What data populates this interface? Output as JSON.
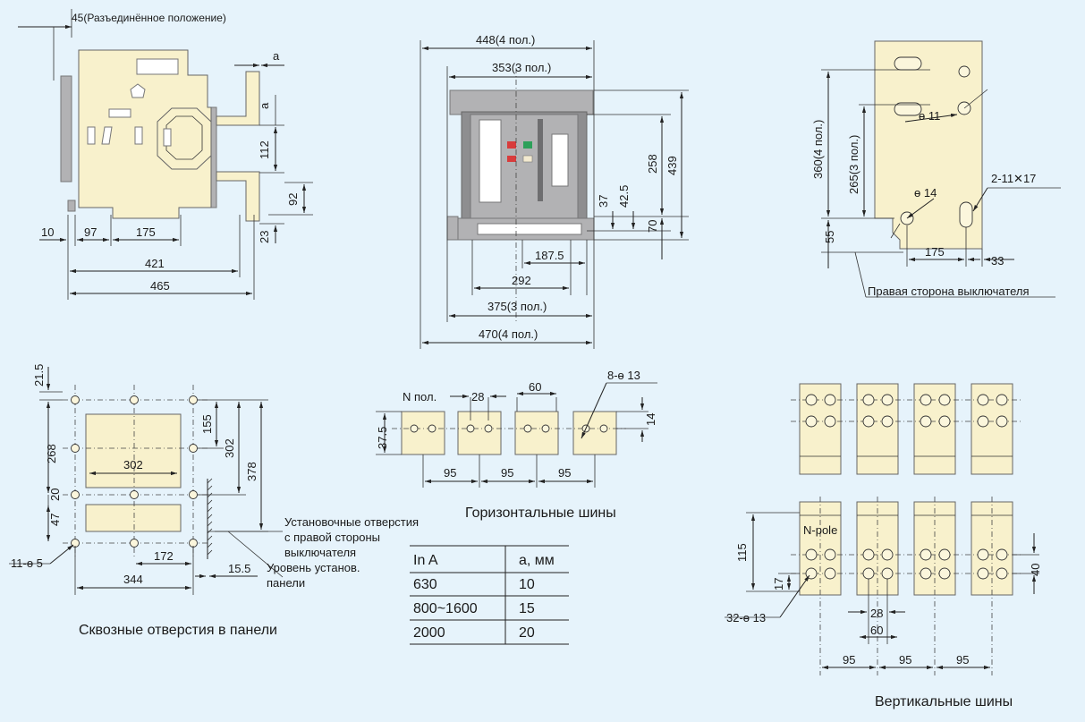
{
  "view1": {
    "open_label": "45(Разъединённое положение)",
    "a": "a",
    "a_v": "a",
    "d112": "112",
    "d92": "92",
    "d23": "23",
    "d10": "10",
    "d97": "97",
    "d175": "175",
    "d421": "421",
    "d465": "465"
  },
  "view2": {
    "d448": "448(4 пол.)",
    "d353": "353(3 пол.)",
    "d258": "258",
    "d439": "439",
    "d37": "37",
    "d42_5": "42.5",
    "d70": "70",
    "d187_5": "187.5",
    "d292": "292",
    "d375": "375(3 пол.)",
    "d470": "470(4 пол.)"
  },
  "view3": {
    "d360": "360(4 пол.)",
    "d265": "265(3 пол.)",
    "d55": "55",
    "o11": "ɵ 11",
    "o14": "ɵ 14",
    "slot": "2-11✕17",
    "d175": "175",
    "d33": "33",
    "right_side": "Правая сторона выключателя"
  },
  "view4": {
    "d21_5": "21.5",
    "d268": "268",
    "d20": "20",
    "d47": "47",
    "d155": "155",
    "d302v": "302",
    "d378": "378",
    "d302h": "302",
    "d172": "172",
    "d344": "344",
    "d15_5": "15.5",
    "holes": "11-ɵ 5",
    "mount_holes": [
      "Установочные отверстия",
      "с правой стороны",
      "выключателя"
    ],
    "panel_level": [
      "Уровень установ.",
      "панели"
    ],
    "caption": "Сквозные отверстия в панели"
  },
  "view5": {
    "n_pole": "N пол.",
    "d28": "28",
    "d60": "60",
    "holes": "8-ɵ 13",
    "d37_5": "37.5",
    "d14": "14",
    "d95": [
      "95",
      "95",
      "95"
    ],
    "caption": "Горизонтальные шины"
  },
  "table": {
    "headers": [
      "In A",
      "a, мм"
    ],
    "rows": [
      [
        "630",
        "10"
      ],
      [
        "800~1600",
        "15"
      ],
      [
        "2000",
        "20"
      ]
    ]
  },
  "view6": {
    "n_pole": "N-pole",
    "d115": "115",
    "d17": "17",
    "d40": "40",
    "holes": "32-ɵ 13",
    "d28": "28",
    "d60": "60",
    "d95": [
      "95",
      "95",
      "95"
    ],
    "caption": "Вертикальные шины"
  }
}
